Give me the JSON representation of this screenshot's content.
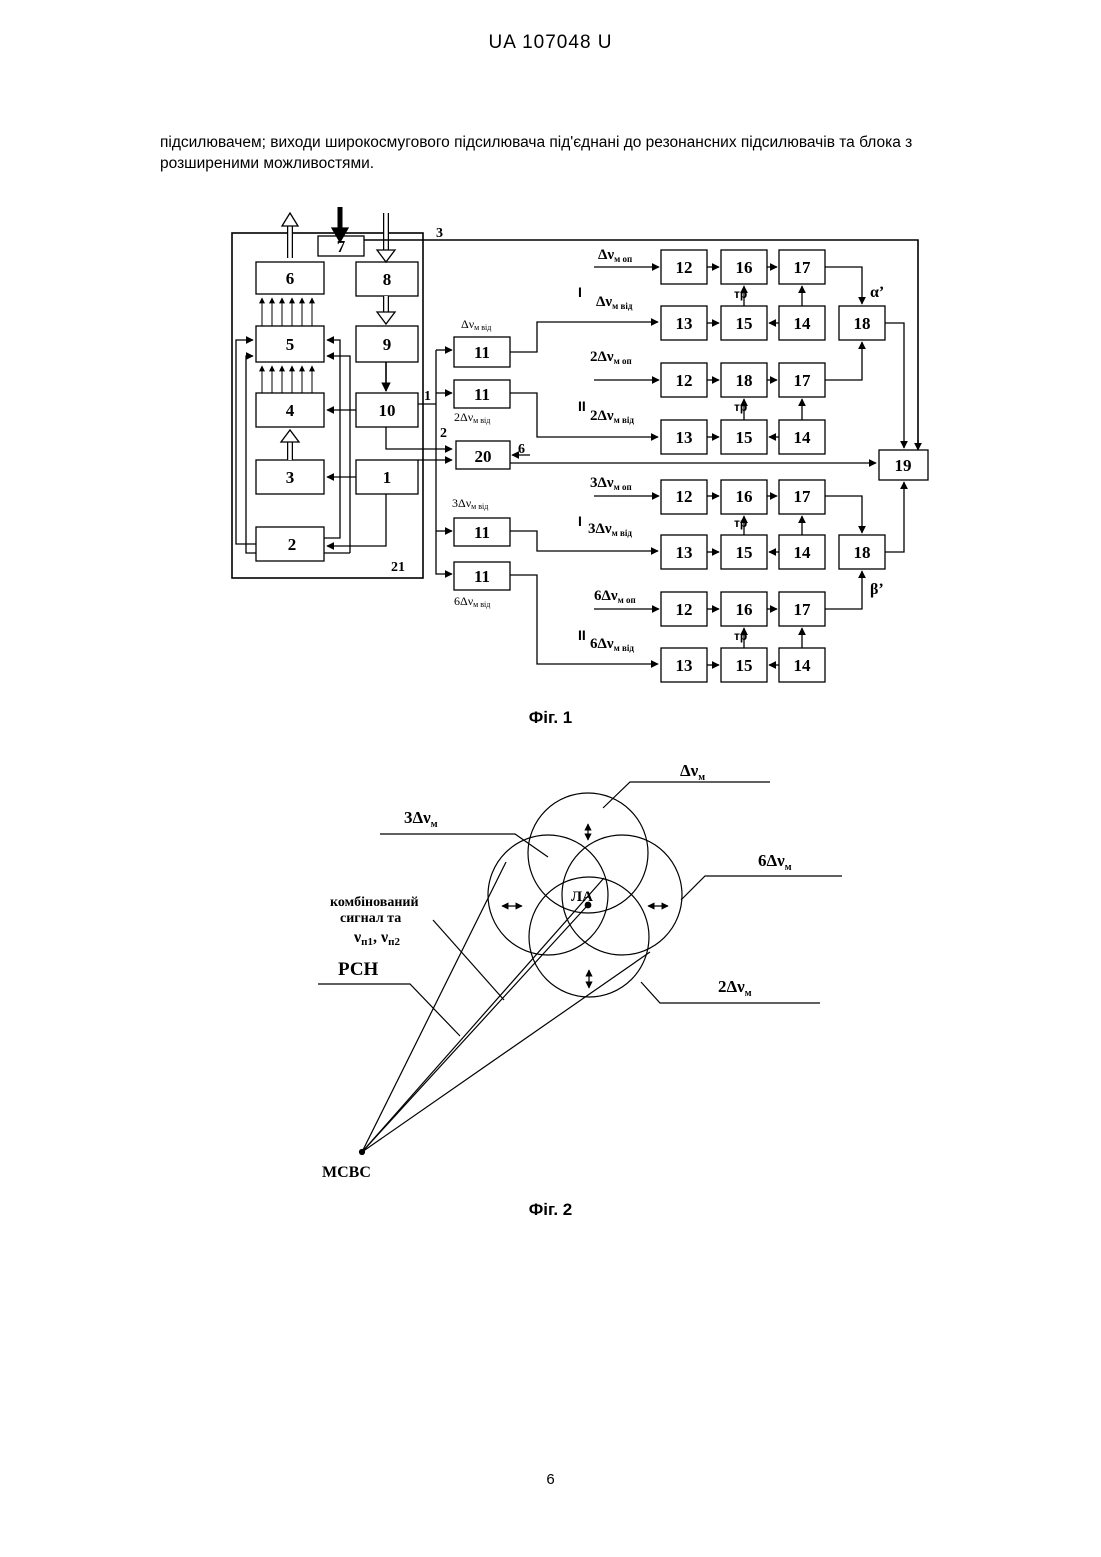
{
  "header": "UA   107048   U",
  "intro_text": "підсилювачем; виходи широкосмугового підсилювача під'єднані до резонансних підсилювачів та блока з розширеними можливостями.",
  "fig1": {
    "caption": "Фіг. 1",
    "blocks": {
      "b1": "1",
      "b2": "2",
      "b3": "3",
      "b4": "4",
      "b5": "5",
      "b6": "6",
      "b7": "7",
      "b8": "8",
      "b9": "9",
      "b10": "10",
      "b11a": "11",
      "b11b": "11",
      "b11c": "11",
      "b11d": "11",
      "b12a": "12",
      "b16a": "16",
      "b17a": "17",
      "b13a": "13",
      "b15a": "15",
      "b14a": "14",
      "b18a": "18",
      "b12b": "12",
      "b18b": "18",
      "b17b": "17",
      "b13b": "13",
      "b15b": "15",
      "b14b": "14",
      "b20": "20",
      "b19": "19",
      "b12c": "12",
      "b16c": "16",
      "b17c": "17",
      "b13c": "13",
      "b15c": "15",
      "b14c": "14",
      "b18c": "18",
      "b12d": "12",
      "b16d": "16",
      "b17d": "17",
      "b13d": "13",
      "b15d": "15",
      "b14d": "14"
    },
    "labels": {
      "tag3": "3",
      "tag21": "21",
      "out1": "1",
      "out2": "2",
      "in6": "6",
      "roman_I_1": "I",
      "roman_II_1": "II",
      "roman_I_2": "I",
      "roman_II_2": "II",
      "alpha": "α’",
      "beta": "β’",
      "tr1": "тр",
      "tr2": "тр",
      "tr3": "тр",
      "tr4": "тр"
    },
    "freq_labels": {
      "dv_op": {
        "main": "Δν",
        "sub": "м оп"
      },
      "dv_vid": {
        "main": "Δν",
        "sub": "м від"
      },
      "two_dv_op": {
        "main": "2Δν",
        "sub": "м оп"
      },
      "two_dv_vid": {
        "main": "2Δν",
        "sub": "м від"
      },
      "three_dv_op": {
        "main": "3Δν",
        "sub": "м оп"
      },
      "three_dv_vid": {
        "main": "3Δν",
        "sub": "м від"
      },
      "six_dv_op": {
        "main": "6Δν",
        "sub": "м оп"
      },
      "six_dv_vid": {
        "main": "6Δν",
        "sub": "м від"
      },
      "f11a": {
        "main": "Δν",
        "sub": "м від"
      },
      "f11b": {
        "main": "2Δν",
        "sub": "м від"
      },
      "f11c": {
        "main": "3Δν",
        "sub": "м від"
      },
      "f11d": {
        "main": "6Δν",
        "sub": "м від"
      }
    }
  },
  "fig2": {
    "caption": "Фіг. 2",
    "labels": {
      "dv": {
        "main": "Δν",
        "sub": "м"
      },
      "three_dv": {
        "main": "3Δν",
        "sub": "м"
      },
      "six_dv": {
        "main": "6Δν",
        "sub": "м"
      },
      "two_dv": {
        "main": "2Δν",
        "sub": "м"
      },
      "combined_1": "комбінований",
      "combined_2": "сигнал та",
      "combined_3_main": "ν",
      "combined_3_sub1": "п1",
      "combined_3_sep": ", ν",
      "combined_3_sub2": "п2",
      "rsn": "РСН",
      "la": "ЛА",
      "msvs": "МСВС"
    }
  },
  "page_number": "6"
}
